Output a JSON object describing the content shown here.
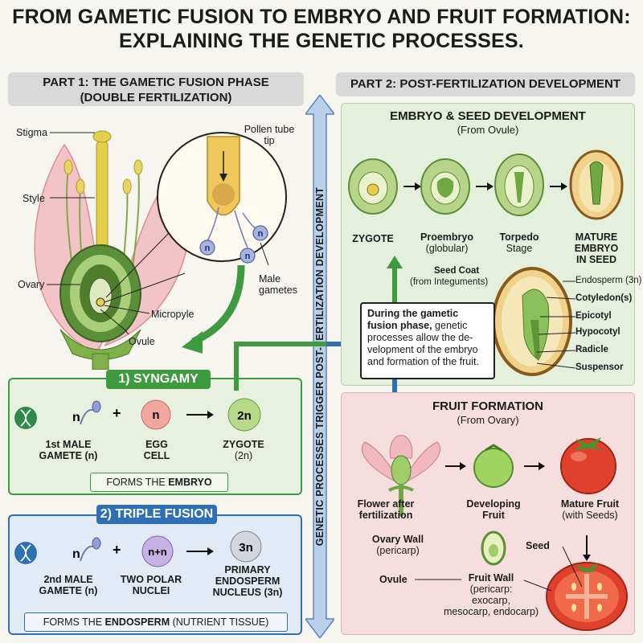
{
  "title_line1": "FROM GAMETIC FUSION TO EMBRYO AND FRUIT FORMATION:",
  "title_line2": "EXPLAINING THE GENETIC PROCESSES.",
  "part1": {
    "heading_line1": "PART 1: THE GAMETIC FUSION PHASE",
    "heading_line2": "(DOUBLE FERTILIZATION)",
    "labels": {
      "stigma": "Stigma",
      "style": "Style",
      "ovary": "Ovary",
      "micropyle": "Micropyle",
      "ovule": "Ovule",
      "pollen_tube_line1": "Pollen tube",
      "pollen_tube_line2": "tip",
      "male_gametes_line1": "Male",
      "male_gametes_line2": "gametes",
      "gamete_n": "n"
    },
    "syngamy": {
      "title": "1) SYNGAMY",
      "gamete_symbol": "n",
      "egg_symbol": "n",
      "zygote_symbol": "2n",
      "plus": "+",
      "gamete_label_line1": "1st MALE",
      "gamete_label_line2": "GAMETE (n)",
      "egg_label_line1": "EGG",
      "egg_label_line2": "CELL",
      "zygote_label_line1": "ZYGOTE",
      "zygote_label_line2": "(2n)",
      "result_prefix": "FORMS THE ",
      "result_bold": "EMBRYO"
    },
    "triple": {
      "title": "2) TRIPLE FUSION",
      "gamete_symbol": "n",
      "polar_symbol": "n+n",
      "endo_symbol": "3n",
      "plus": "+",
      "gamete_label_line1": "2nd MALE",
      "gamete_label_line2": "GAMETE (n)",
      "polar_label_line1": "TWO POLAR",
      "polar_label_line2": "NUCLEI",
      "endo_label_line1": "PRIMARY",
      "endo_label_line2": "ENDOSPERM",
      "endo_label_line3": "NUCLEUS (3n)",
      "result_prefix": "FORMS THE ",
      "result_bold": "ENDOSPERM",
      "result_suffix": " (NUTRIENT TISSUE)"
    }
  },
  "divider_text": "GENETIC PROCESSES TRIGGER POST-FERTILIZATION DEVELOPMENT",
  "part2": {
    "heading": "PART 2: POST-FERTILIZATION DEVELOPMENT",
    "embryo": {
      "title": "EMBRYO & SEED DEVELOPMENT",
      "subtitle": "(From Ovule)",
      "stages": [
        {
          "line1": "ZYGOTE",
          "line2": "",
          "line3": ""
        },
        {
          "line1": "Proembryo",
          "line2": "(globular)",
          "line3": ""
        },
        {
          "line1": "Torpedo",
          "line2": "Stage",
          "line3": ""
        },
        {
          "line1": "MATURE",
          "line2": "EMBRYO",
          "line3": "IN SEED"
        }
      ],
      "seed_coat_line1": "Seed Coat",
      "seed_coat_line2": "(from Integuments)",
      "endosperm": "Endosperm (3n)",
      "cotyledons": "Cotyledon(s)",
      "epicotyl": "Epicotyl",
      "hypocotyl": "Hypocotyl",
      "radicle": "Radicle",
      "suspensor": "Suspensor"
    },
    "callout": {
      "bold_line1": "During the gametic",
      "bold_line2": "fusion phase,",
      "rest_line2": " genetic",
      "line3": "processes allow the de-",
      "line4": "velopment of the embryo",
      "line5": "and formation of the fruit."
    },
    "fruit": {
      "title": "FRUIT FORMATION",
      "subtitle": "(From Ovary)",
      "stages": [
        {
          "line1": "Flower after",
          "line2": "fertilization"
        },
        {
          "line1": "Developing",
          "line2": "Fruit"
        },
        {
          "line1": "Mature Fruit",
          "line2": "(with Seeds)"
        }
      ],
      "ovary_wall_line1": "Ovary Wall",
      "ovary_wall_line2": "(pericarp)",
      "ovule": "Ovule",
      "seed": "Seed",
      "fruit_wall_line1": "Fruit Wall",
      "fruit_wall_line2": "(pericarp:",
      "fruit_wall_line3": "exocarp,",
      "fruit_wall_line4": "mesocarp, endocarp)"
    }
  },
  "colors": {
    "syngamy_green": "#3e9a3e",
    "triple_blue": "#2f6fb4",
    "embryo_panel": "#e4f0dc",
    "fruit_panel": "#f6dede",
    "divider_blue": "#8fb3d9"
  }
}
